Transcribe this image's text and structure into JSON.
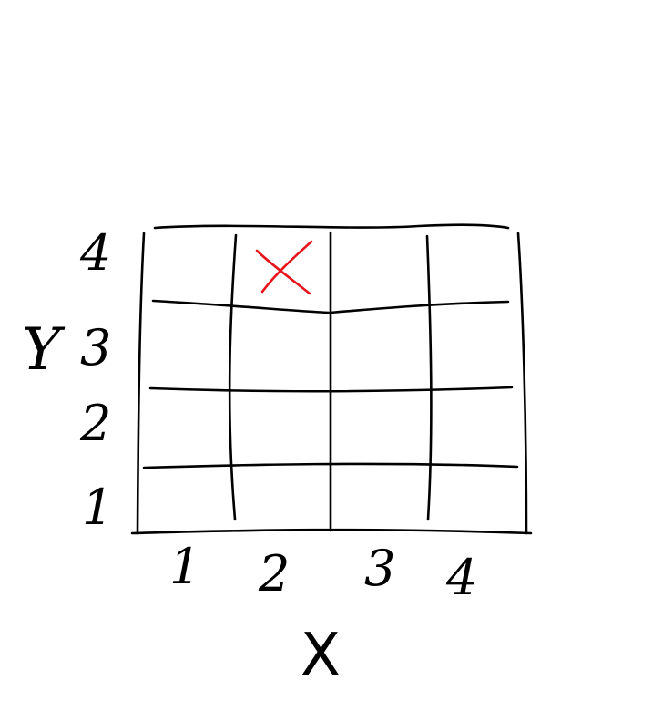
{
  "axis_labels": {
    "x": "X",
    "y": "Y"
  },
  "grid": {
    "x_ticks": [
      "1",
      "2",
      "3",
      "4"
    ],
    "y_ticks": [
      "1",
      "2",
      "3",
      "4"
    ]
  },
  "marked_cell": {
    "x": 2,
    "y": 4
  },
  "colors": {
    "ink": "#000000",
    "mark": "#e8141c"
  }
}
